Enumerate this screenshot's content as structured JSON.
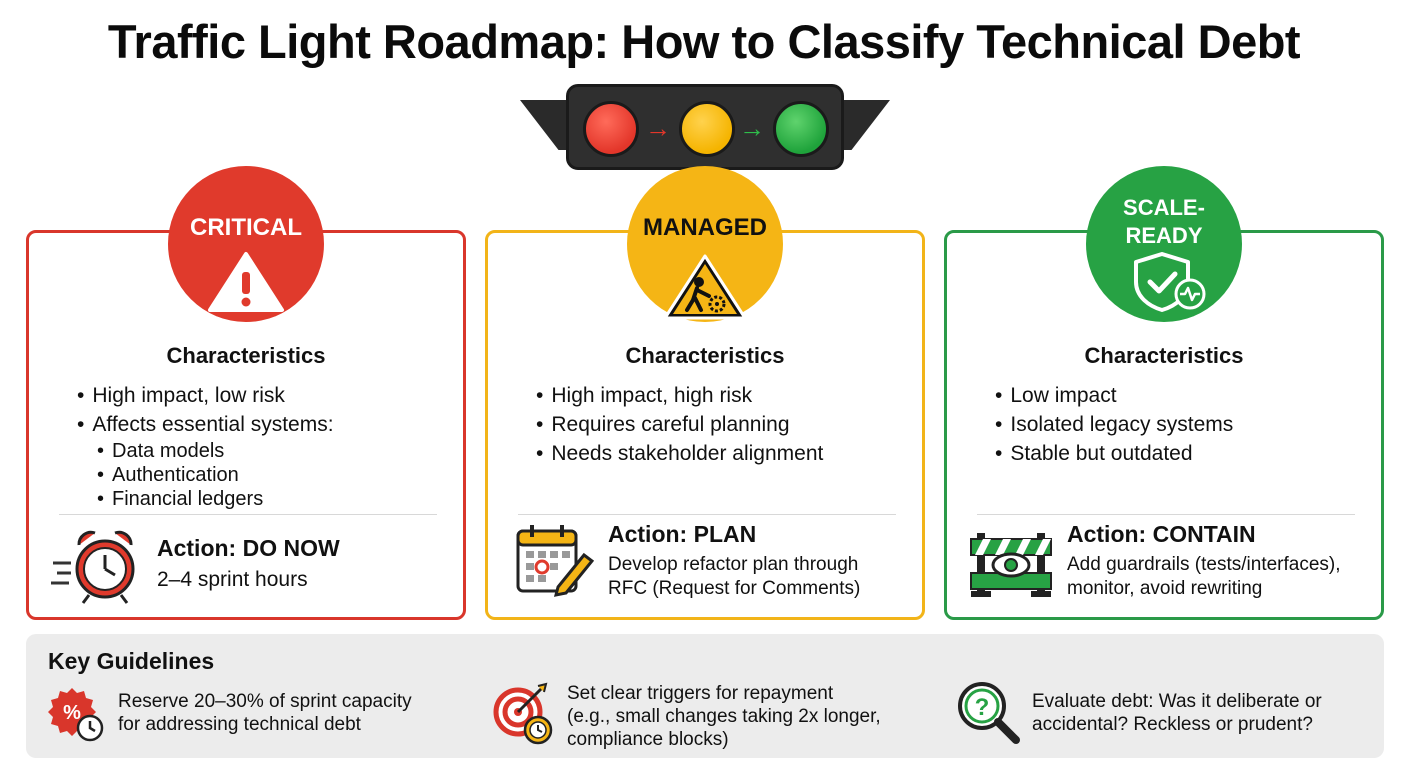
{
  "title": "Traffic Light Roadmap: How to Classify Technical Debt",
  "colors": {
    "red": "#e03a2c",
    "yellow": "#f5b515",
    "green": "#27a244"
  },
  "traffic_light": {
    "lamps": [
      "red",
      "yellow",
      "green"
    ],
    "arrow": "→"
  },
  "cards": [
    {
      "status": "CRITICAL",
      "icon": "warning-triangle-icon",
      "characteristics_heading": "Characteristics",
      "characteristics": [
        "High impact, low risk",
        "Affects essential systems:"
      ],
      "sub_items": [
        "Data models",
        "Authentication",
        "Financial ledgers"
      ],
      "action_icon": "alarm-clock-icon",
      "action_title": "Action: DO NOW",
      "action_desc": "2–4 sprint hours"
    },
    {
      "status": "MANAGED",
      "icon": "construction-worker-icon",
      "characteristics_heading": "Characteristics",
      "characteristics": [
        "High impact, high risk",
        "Requires careful planning",
        "Needs stakeholder alignment"
      ],
      "action_icon": "calendar-pencil-icon",
      "action_title": "Action: PLAN",
      "action_desc_1": "Develop refactor plan through",
      "action_desc_2": "RFC (Request for Comments)"
    },
    {
      "status_1": "SCALE-",
      "status_2": "READY",
      "icon": "shield-check-icon",
      "characteristics_heading": "Characteristics",
      "characteristics": [
        "Low impact",
        "Isolated legacy systems",
        "Stable but outdated"
      ],
      "action_icon": "barrier-eye-icon",
      "action_title": "Action: CONTAIN",
      "action_desc_1": "Add guardrails (tests/interfaces),",
      "action_desc_2": "monitor, avoid rewriting"
    }
  ],
  "guidelines": {
    "heading": "Key Guidelines",
    "items": [
      {
        "icon": "percent-badge-clock-icon",
        "lines": [
          "Reserve 20–30% of sprint capacity",
          "for addressing technical debt"
        ]
      },
      {
        "icon": "target-stopwatch-icon",
        "lines": [
          "Set clear triggers for repayment",
          "(e.g., small changes taking 2x longer,",
          "compliance blocks)"
        ]
      },
      {
        "icon": "question-magnifier-icon",
        "lines": [
          "Evaluate debt: Was it deliberate or",
          "accidental? Reckless or prudent?"
        ]
      }
    ]
  }
}
